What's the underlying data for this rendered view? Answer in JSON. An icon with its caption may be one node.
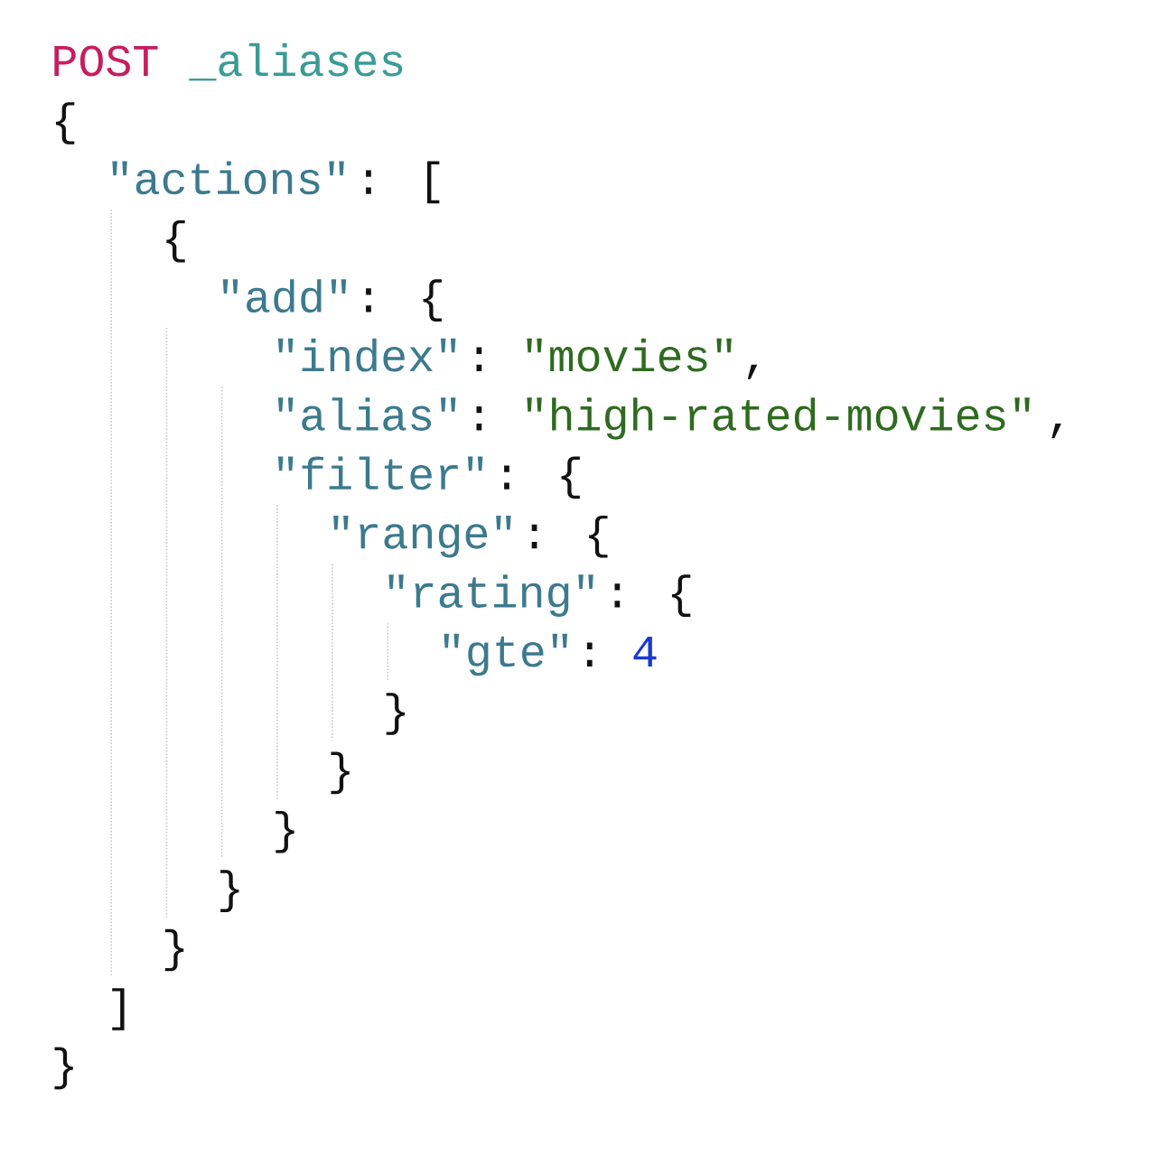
{
  "diagram": {
    "labels": [
      "POST",
      "_aliases",
      "{",
      "\"actions\"",
      ": [",
      "{",
      "\"add\"",
      ": {",
      "\"index\"",
      ": ",
      "\"movies\"",
      ",",
      "\"alias\"",
      ": ",
      "\"high-rated-movies\"",
      ",",
      "\"filter\"",
      ": {",
      "\"range\"",
      ": {",
      "\"rating\"",
      ": {",
      "\"gte\"",
      ": ",
      "4",
      "}",
      "}",
      "}",
      "}",
      "}",
      "]",
      "}"
    ]
  }
}
